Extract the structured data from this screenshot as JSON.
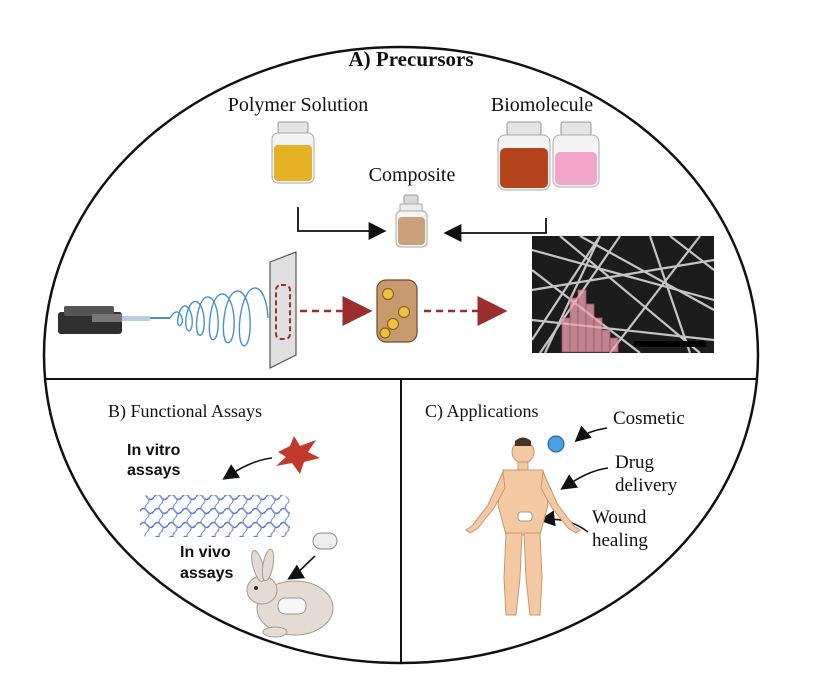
{
  "section_a": {
    "title": "A) Precursors",
    "polymer_label": "Polymer Solution",
    "biomolecule_label": "Biomolecule",
    "composite_label": "Composite"
  },
  "section_b": {
    "title": "B)  Functional Assays",
    "in_vitro_line1": "In vitro",
    "in_vitro_line2": "assays",
    "in_vivo_line1": "In vivo",
    "in_vivo_line2": "assays"
  },
  "section_c": {
    "title": "C)    Applications",
    "cosmetic_label": "Cosmetic",
    "drug_line1": "Drug",
    "drug_line2": "delivery",
    "wound_line1": "Wound",
    "wound_line2": "healing"
  },
  "colors": {
    "outline": "#111111",
    "polymer_liquid": "#e5b125",
    "bio_red": "#b5441c",
    "bio_pink": "#f1a6c9",
    "composite": "#c9a07a",
    "dashed_arrow": "#9b2d2d",
    "spiral": "#4a90c8",
    "cell": "#c0392b",
    "fiber_mesh": "#5b79c4",
    "skin": "#f2c9a3"
  }
}
